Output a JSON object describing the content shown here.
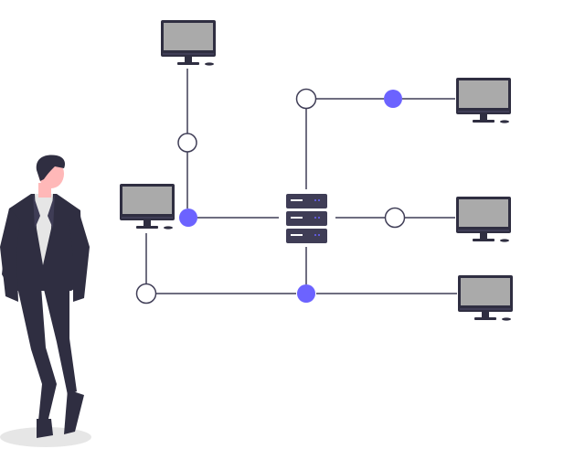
{
  "diagram": {
    "type": "network-topology",
    "illustration": "person-standing",
    "server": {
      "icon": "server-rack-icon"
    },
    "computers": [
      {
        "id": "pc-top",
        "icon": "desktop-computer-icon"
      },
      {
        "id": "pc-left",
        "icon": "desktop-computer-icon"
      },
      {
        "id": "pc-right-top",
        "icon": "desktop-computer-icon"
      },
      {
        "id": "pc-right-middle",
        "icon": "desktop-computer-icon"
      },
      {
        "id": "pc-right-bottom",
        "icon": "desktop-computer-icon"
      }
    ],
    "nodes": [
      {
        "id": "node-top-link",
        "state": "open"
      },
      {
        "id": "node-left-junction",
        "state": "filled"
      },
      {
        "id": "node-server-top",
        "state": "open"
      },
      {
        "id": "node-top-right",
        "state": "filled"
      },
      {
        "id": "node-right-middle",
        "state": "open"
      },
      {
        "id": "node-bottom-left",
        "state": "open"
      },
      {
        "id": "node-bottom-middle",
        "state": "filled"
      }
    ]
  },
  "colors": {
    "line": "#3f3d56",
    "node_filled": "#6c63ff",
    "node_open_fill": "#ffffff",
    "node_open_stroke": "#3f3d56",
    "monitor_frame": "#2f2e41",
    "monitor_screen": "#aaaaaa",
    "server_body": "#3f3d56",
    "server_led": "#6c63ff",
    "person_suit": "#2f2e41",
    "person_shirt": "#e6e6e6",
    "person_skin": "#ffb8b8",
    "person_hair": "#2f2e41",
    "ground_shadow": "#e6e6e6"
  }
}
